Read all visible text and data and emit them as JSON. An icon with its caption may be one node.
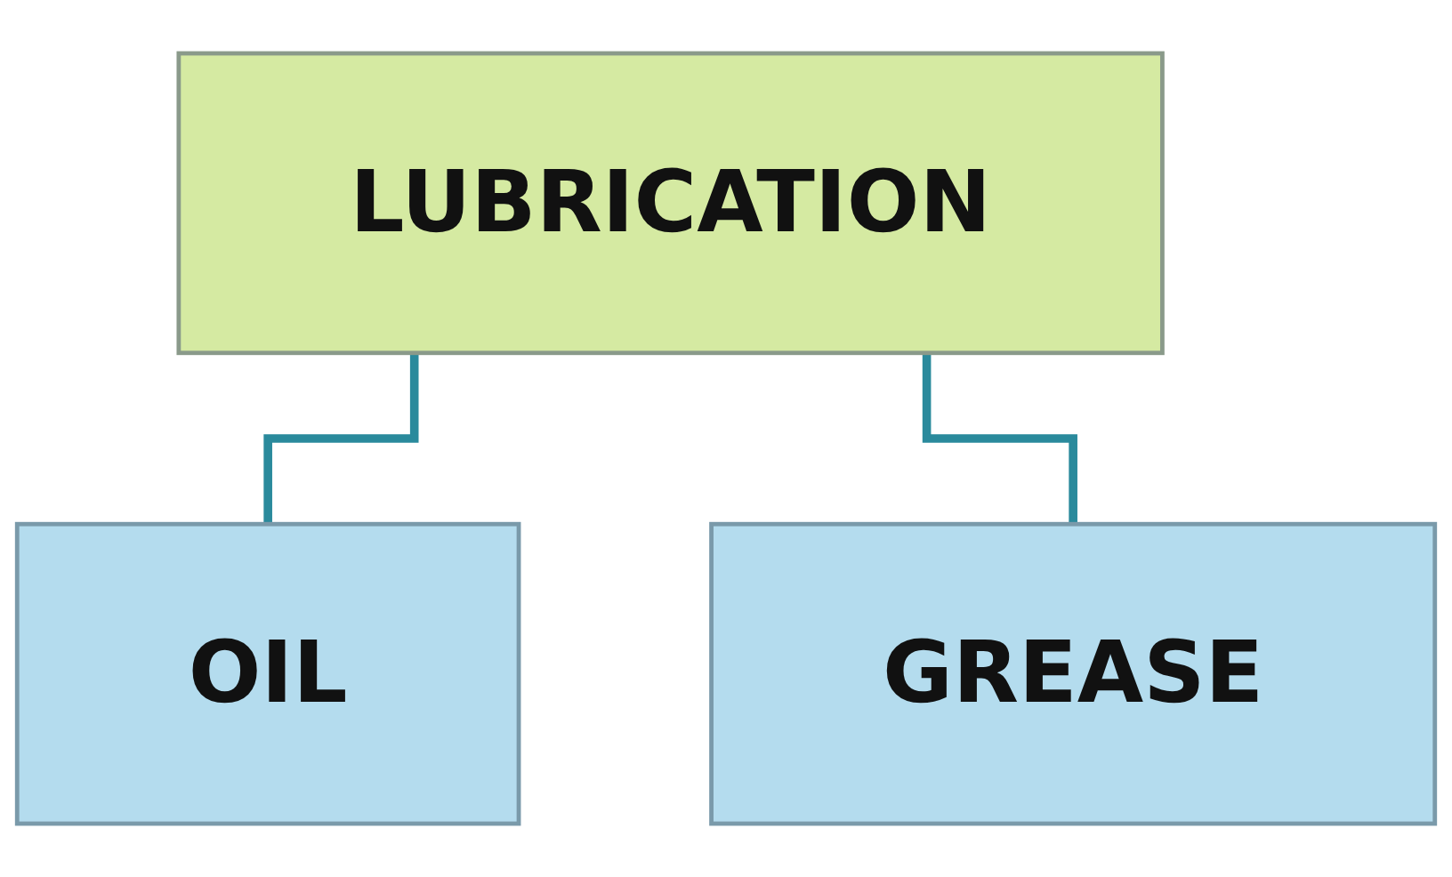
{
  "diagram": {
    "nodes": [
      {
        "text": [
          "LUBRICATION"
        ]
      },
      {
        "text": [
          "OIL"
        ]
      },
      {
        "text": [
          "GREASE"
        ]
      }
    ],
    "edges": [
      {
        "from": 0,
        "to": 1,
        "arrow": "none"
      },
      {
        "from": 0,
        "to": 2,
        "arrow": "none"
      }
    ]
  }
}
